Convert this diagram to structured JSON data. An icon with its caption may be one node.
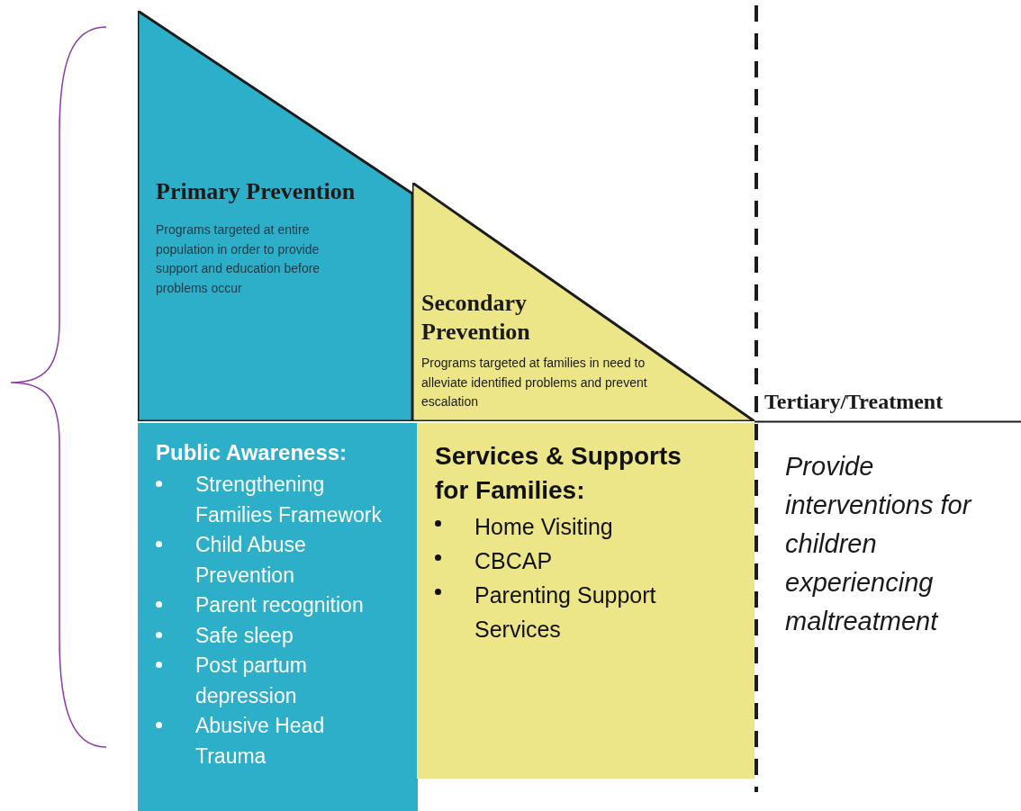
{
  "diagram": {
    "nodes": [
      {
        "text": [
          "Primary Prevention",
          "Programs targeted at entire population in order to provide support and education before problems occur"
        ]
      },
      {
        "text": [
          "Secondary Prevention",
          "Programs targeted at families in need to alleviate identified problems and prevent escalation"
        ]
      },
      {
        "text": [
          "Public Awareness:",
          "Strengthening Families Framework",
          "Child Abuse Prevention",
          "Parent recognition",
          "Safe sleep",
          "Post partum depression",
          "Abusive Head Trauma"
        ]
      },
      {
        "text": [
          "Services & Supports for Families:",
          "Home Visiting",
          "CBCAP",
          "Parenting Support Services"
        ]
      }
    ],
    "labels": [
      "Tertiary/Treatment",
      "Provide interventions for children experiencing maltreatment"
    ]
  }
}
